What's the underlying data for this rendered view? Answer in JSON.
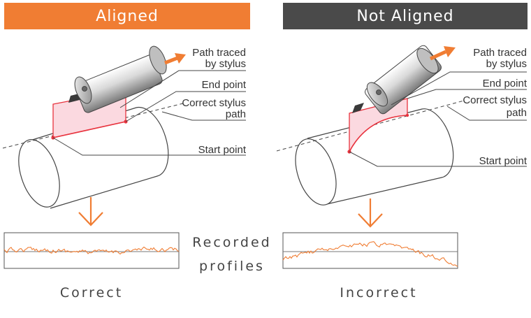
{
  "colors": {
    "accent": "#f07d33",
    "dark_header": "#4a4a4a",
    "highlight_red": "#e8333e",
    "highlight_fill": "#fbd9e0"
  },
  "panels": {
    "left": {
      "header": "Aligned",
      "labels": {
        "path_traced": [
          "Path traced",
          "by stylus"
        ],
        "end_point": "End point",
        "correct_path": [
          "Correct stylus",
          "path"
        ],
        "start_point": "Start point"
      },
      "result": "Correct"
    },
    "right": {
      "header": "Not Aligned",
      "labels": {
        "path_traced": [
          "Path traced",
          "by stylus"
        ],
        "end_point": "End point",
        "correct_path": [
          "Correct stylus",
          "path"
        ],
        "start_point": "Start point"
      },
      "result": "Incorrect"
    }
  },
  "center_label": [
    "Recorded",
    "profiles"
  ]
}
